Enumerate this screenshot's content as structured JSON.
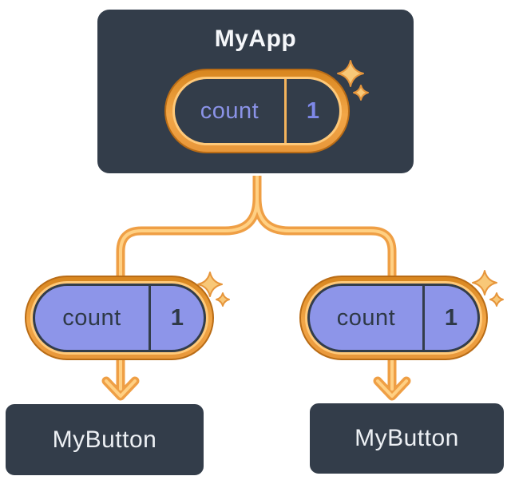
{
  "tree": {
    "root": {
      "name": "MyApp",
      "state": {
        "key": "count",
        "value": "1"
      }
    },
    "children": [
      {
        "name": "MyButton",
        "state": {
          "key": "count",
          "value": "1"
        }
      },
      {
        "name": "MyButton",
        "state": {
          "key": "count",
          "value": "1"
        }
      }
    ]
  },
  "icons": {
    "sparkle": "sparkle-icon",
    "arrow": "arrow-down-icon"
  },
  "colors": {
    "node_background": "#333D4A",
    "node_text": "#F5F7FA",
    "pill_fill_purple": "#8D95E9",
    "pill_ring_orange": "#E8973A",
    "pill_ring_dark_edge": "#B96C16",
    "pill_ring_light_edge": "#FFC979",
    "state_text_dark": "#2E3946",
    "state_text_purple": "#8B93E8",
    "connector_line": "#EF9F45",
    "connector_highlight": "#FFD083",
    "sparkle_fill": "#F8C878",
    "sparkle_stroke": "#E6953B"
  }
}
